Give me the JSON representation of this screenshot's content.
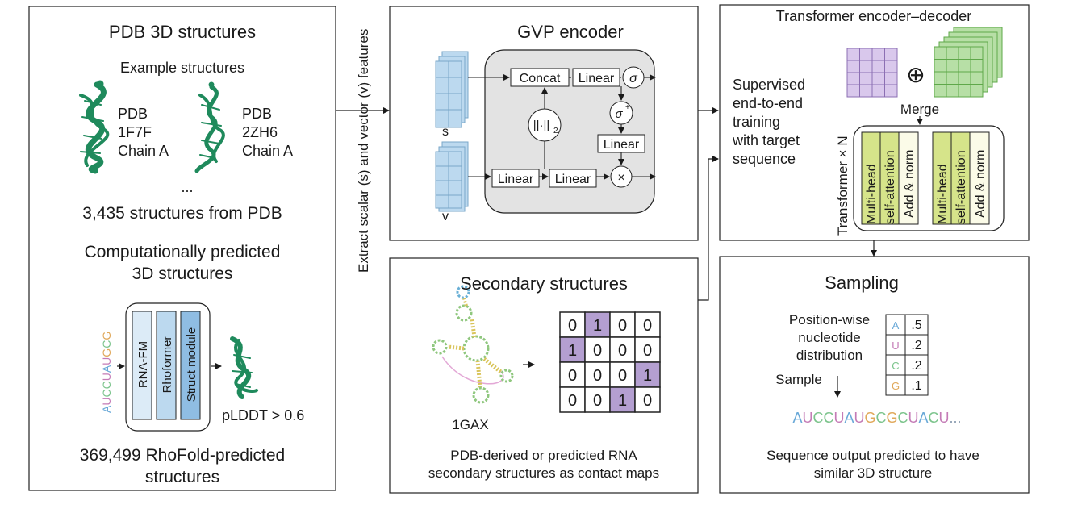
{
  "panels": {
    "pdb": {
      "title": "PDB 3D structures",
      "example_label": "Example structures",
      "struct1": [
        "PDB",
        "1F7F",
        "Chain A"
      ],
      "struct2": [
        "PDB",
        "2ZH6",
        "Chain A"
      ],
      "ellipsis": "...",
      "count": "3,435 structures from PDB",
      "pred_title": [
        "Computationally predicted",
        "3D structures"
      ],
      "seq": "AUCCUAUGCG",
      "modules": [
        "RNA-FM",
        "Rhoformer",
        "Struct module"
      ],
      "plddt": "pLDDT > 0.6",
      "pred_count": [
        "369,499 RhoFold-predicted",
        "structures"
      ]
    },
    "gvp": {
      "side_label": "Extract scalar (s) and vector (v) features",
      "title": "GVP encoder",
      "s": "s",
      "v": "v",
      "concat": "Concat",
      "linear": "Linear",
      "sigma": "σ",
      "sigma_plus": "σ",
      "sigma_sup": "+",
      "norm": "||·||",
      "norm_sub": "2",
      "times": "×"
    },
    "transformer": {
      "title": "Transformer encoder–decoder",
      "supervised": [
        "Supervised",
        "end-to-end",
        "training",
        "with target",
        "sequence"
      ],
      "oplus": "⊕",
      "merge": "Merge",
      "repeat": "Transformer × N",
      "mha": [
        "Multi-head",
        "self-attention"
      ],
      "addnorm": "Add & norm"
    },
    "secondary": {
      "title": "Secondary structures",
      "id": "1GAX",
      "matrix": [
        [
          0,
          1,
          0,
          0
        ],
        [
          1,
          0,
          0,
          0
        ],
        [
          0,
          0,
          0,
          1
        ],
        [
          0,
          0,
          1,
          0
        ]
      ],
      "caption": [
        "PDB-derived or predicted RNA",
        "secondary structures as contact maps"
      ]
    },
    "sampling": {
      "title": "Sampling",
      "dist_label": [
        "Position-wise",
        "nucleotide",
        "distribution"
      ],
      "sample": "Sample",
      "table": [
        [
          "A",
          ".5"
        ],
        [
          "U",
          ".2"
        ],
        [
          "C",
          ".2"
        ],
        [
          "G",
          ".1"
        ]
      ],
      "output": "AUCCUAUGCGCUACU...",
      "caption": [
        "Sequence output predicted to have",
        "similar 3D structure"
      ]
    }
  },
  "colors": {
    "rna_green": "#1f8a5c",
    "grid_blue": "#bcd9ef",
    "grid_green": "#b7dfa6",
    "grid_purple": "#d9c8ec",
    "attn_yellow": "#d6e48a",
    "contact_purple": "#b49fd1",
    "gvp_bg": "#e3e3e3"
  }
}
